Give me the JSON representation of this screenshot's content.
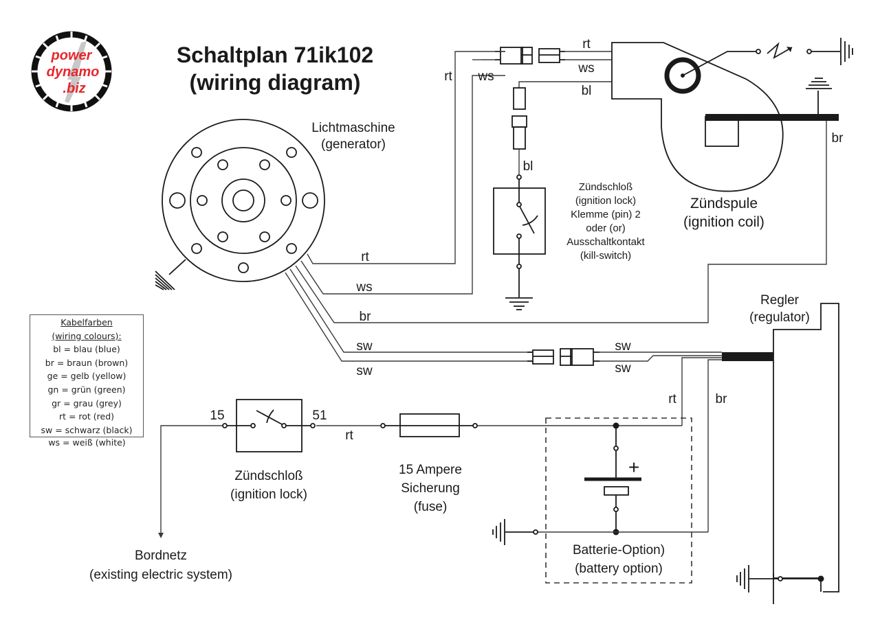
{
  "logo": {
    "line1": "power",
    "line2": "dynamo",
    "line3": ".biz",
    "text_color": "#e8262c",
    "ring_color": "#111111"
  },
  "title": {
    "line1": "Schaltplan 71ik102",
    "line2": "(wiring diagram)"
  },
  "components": {
    "generator": {
      "label_de": "Lichtmaschine",
      "label_en": "(generator)"
    },
    "ignition_coil": {
      "label_de": "Zündspule",
      "label_en": "(ignition coil)"
    },
    "kill_switch": {
      "lines": [
        "Zündschloß",
        "(ignition lock)",
        "Klemme (pin) 2",
        "oder (or)",
        "Ausschaltkontakt",
        "(kill-switch)"
      ]
    },
    "regulator": {
      "label_de": "Regler",
      "label_en": "(regulator)"
    },
    "ignition_lock": {
      "label_de": "Zündschloß",
      "label_en": "(ignition lock)",
      "pin_in": "15",
      "pin_out": "51"
    },
    "fuse": {
      "line1": "15 Ampere",
      "line2": "Sicherung",
      "line3": "(fuse)"
    },
    "battery": {
      "label_de": "Batterie-Option)",
      "label_en": "(battery option)",
      "polarity": "+"
    },
    "onboard_network": {
      "label_de": "Bordnetz",
      "label_en": "(existing electric system)"
    }
  },
  "wire_labels": {
    "gen_rt": "rt",
    "gen_ws": "ws",
    "gen_br": "br",
    "gen_sw1": "sw",
    "gen_sw2": "sw",
    "vert_rt": "rt",
    "vert_ws": "ws",
    "coil_rt": "rt",
    "coil_ws": "ws",
    "coil_bl": "bl",
    "kill_bl": "bl",
    "coil_br": "br",
    "reg_sw1": "sw",
    "reg_sw2": "sw",
    "reg_rt": "rt",
    "reg_br": "br",
    "lock_rt": "rt"
  },
  "legend": {
    "title": "Kabelfarben",
    "subtitle": "(wiring colours):",
    "entries": [
      "bl = blau (blue)",
      "br = braun (brown)",
      "ge = gelb (yellow)",
      "gn = grün (green)",
      "gr = grau (grey)",
      "rt = rot (red)",
      "sw = schwarz (black)",
      "ws = weiß (white)"
    ]
  }
}
